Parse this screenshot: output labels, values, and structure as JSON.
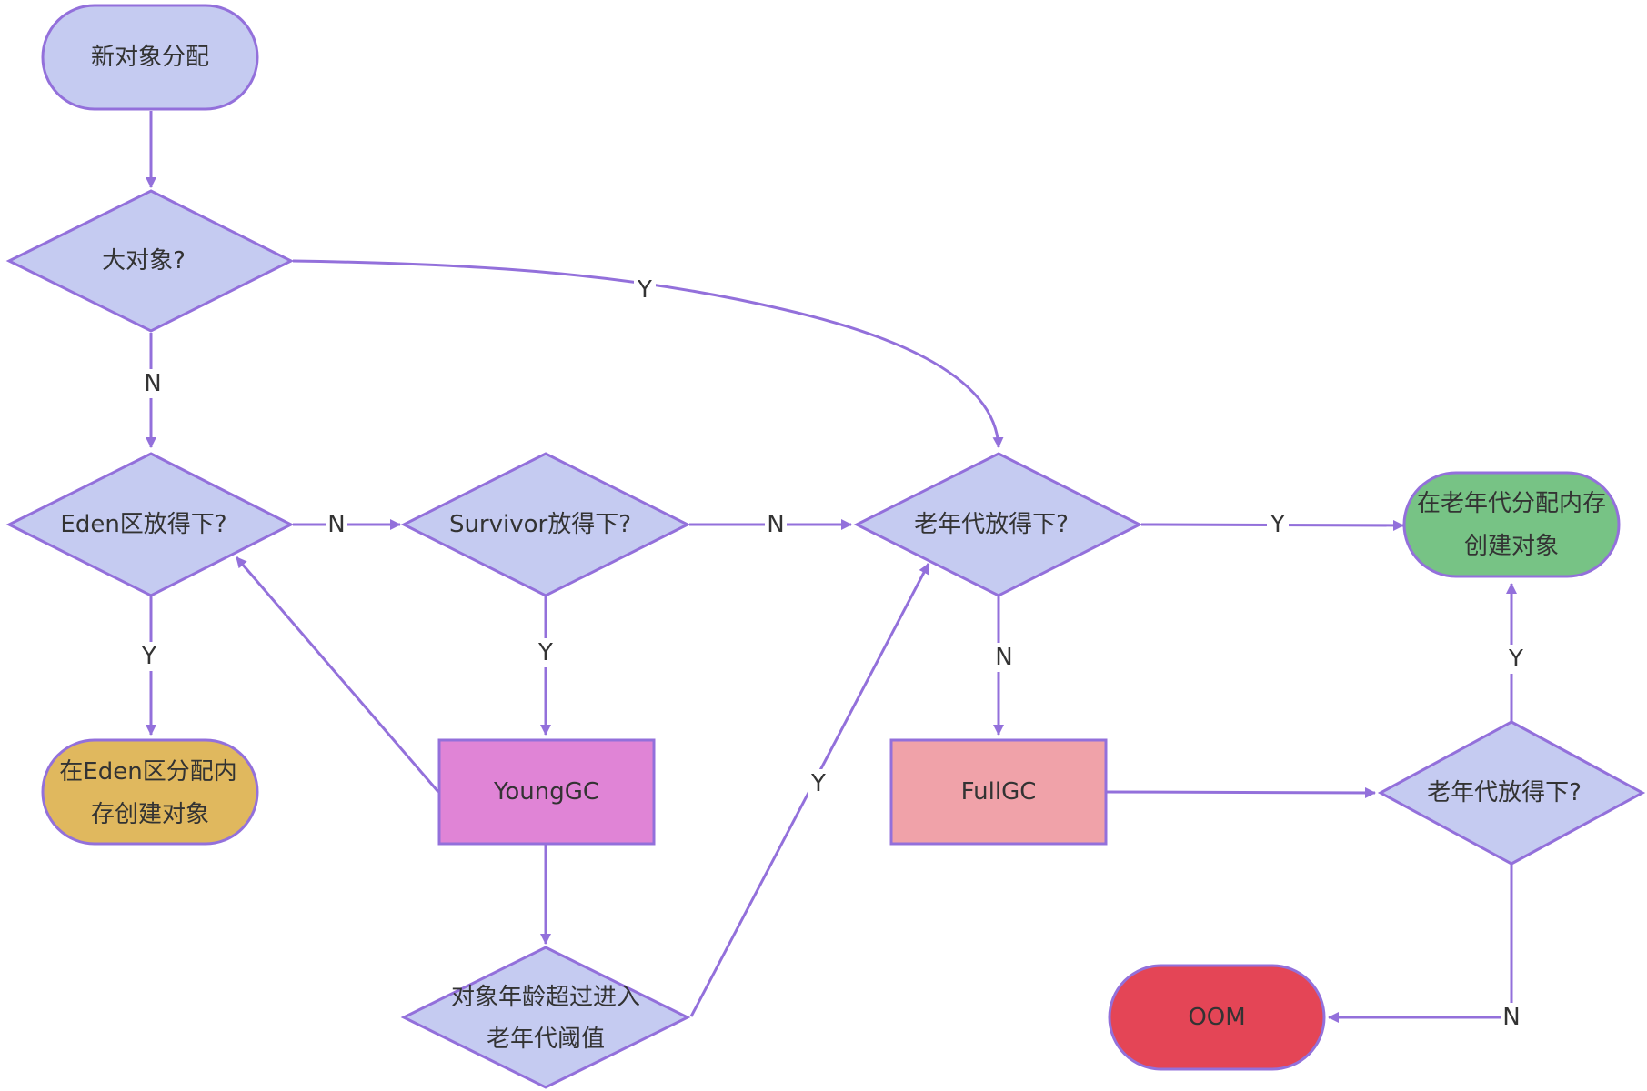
{
  "colors": {
    "node_default": "#c5cbf1",
    "node_stroke": "#9370db",
    "edge": "#9370db",
    "eden_alloc": "#e0b85e",
    "old_alloc": "#77c385",
    "young_gc": "#e084d6",
    "full_gc": "#f0a2a9",
    "oom": "#e44556"
  },
  "nodes": {
    "start": {
      "label": "新对象分配",
      "shape": "stadium"
    },
    "big_object": {
      "label": "大对象?",
      "shape": "diamond"
    },
    "eden_fit": {
      "label": "Eden区放得下?",
      "shape": "diamond"
    },
    "survivor_fit": {
      "label": "Survivor放得下?",
      "shape": "diamond"
    },
    "old_fit_1": {
      "label": "老年代放得下?",
      "shape": "diamond"
    },
    "old_alloc": {
      "label_line1": "在老年代分配内存",
      "label_line2": "创建对象",
      "shape": "stadium"
    },
    "eden_alloc": {
      "label_line1": "在Eden区分配内",
      "label_line2": "存创建对象",
      "shape": "stadium"
    },
    "young_gc": {
      "label": "YoungGC",
      "shape": "rect"
    },
    "full_gc": {
      "label": "FullGC",
      "shape": "rect"
    },
    "old_fit_2": {
      "label": "老年代放得下?",
      "shape": "diamond"
    },
    "age_threshold": {
      "label_line1": "对象年龄超过进入",
      "label_line2": "老年代阈值",
      "shape": "diamond"
    },
    "oom": {
      "label": "OOM",
      "shape": "stadium"
    }
  },
  "edges": {
    "big_to_old": {
      "label": "Y"
    },
    "big_to_eden": {
      "label": "N"
    },
    "eden_to_survivor": {
      "label": "N"
    },
    "eden_to_alloc": {
      "label": "Y"
    },
    "survivor_to_old": {
      "label": "N"
    },
    "survivor_to_younggc": {
      "label": "Y"
    },
    "old1_to_alloc": {
      "label": "Y"
    },
    "old1_to_fullgc": {
      "label": "N"
    },
    "age_to_old": {
      "label": "Y"
    },
    "old2_to_alloc": {
      "label": "Y"
    },
    "old2_to_oom": {
      "label": "N"
    }
  }
}
